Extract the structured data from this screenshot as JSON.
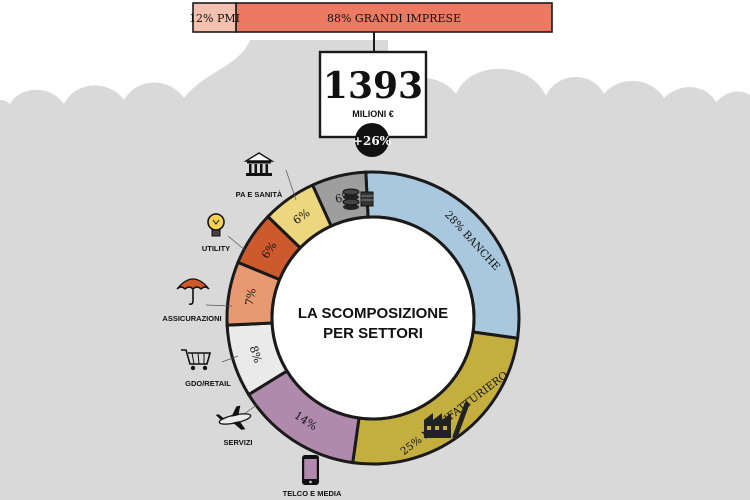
{
  "topbar": {
    "sme_label": "12% PMI",
    "large_label": "88% GRANDI IMPRESE",
    "sme_share": 12,
    "large_share": 88
  },
  "headline": {
    "value": "1393",
    "unit": "MILIONI €",
    "growth": "+26%"
  },
  "center_title": [
    "LA SCOMPOSIZIONE",
    "PER SETTORI"
  ],
  "colors": {
    "sky": "#ffffff",
    "background": "#d9d9d9",
    "sme": "#f2c1ad",
    "large": "#ec7a62",
    "outline": "#1a1a1a"
  },
  "chart_data": {
    "type": "pie",
    "donut": true,
    "slices": [
      {
        "name": "BANCHE",
        "label": "28% BANCHE",
        "value": 28,
        "color": "#a9c8de",
        "icon": "coins-icon"
      },
      {
        "name": "MANIFATTURIERO",
        "label": "25% MANIFATTURIERO",
        "value": 25,
        "color": "#c4ae3e",
        "icon": "factory-icon"
      },
      {
        "name": "TELCO E MEDIA",
        "label": "14%",
        "value": 14,
        "color": "#b08aad",
        "icon": "smartphone-icon"
      },
      {
        "name": "SERVIZI",
        "label": "8%",
        "value": 8,
        "color": "#eaeaea",
        "icon": "airplane-icon"
      },
      {
        "name": "GDO/RETAIL",
        "label": "7%",
        "value": 7,
        "color": "#e79a72",
        "icon": "shopping-cart-icon"
      },
      {
        "name": "ASSICURAZIONI",
        "label": "6%",
        "value": 6,
        "color": "#cd5a2c",
        "icon": "umbrella-icon"
      },
      {
        "name": "UTILITY",
        "label": "6%",
        "value": 6,
        "color": "#ecd67e",
        "icon": "lightbulb-icon"
      },
      {
        "name": "PA E SANITÀ",
        "label": "6%",
        "value": 6,
        "color": "#9e9e9e",
        "icon": "bank-building-icon"
      }
    ]
  }
}
